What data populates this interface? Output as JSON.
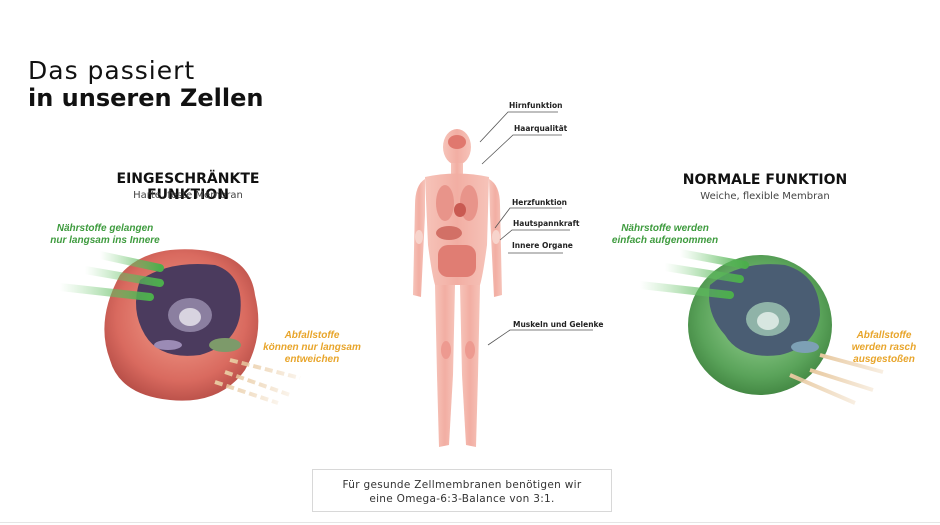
{
  "header": {
    "line1": "Das passiert",
    "line2": "in unseren Zellen"
  },
  "left": {
    "title": "EINGESCHRÄNKTE FUNKTION",
    "subtitle": "Harte, feste Membran",
    "nutrient_note_1": "Nährstoffe gelangen",
    "nutrient_note_2": "nur langsam ins Innere",
    "waste_note_1": "Abfallstoffe",
    "waste_note_2": "können nur langsam",
    "waste_note_3": "entweichen",
    "membrane_color": "#d96a5f"
  },
  "right": {
    "title": "NORMALE FUNKTION",
    "subtitle": "Weiche, flexible Membran",
    "nutrient_note_1": "Nährstoffe werden",
    "nutrient_note_2": "einfach aufgenommen",
    "waste_note_1": "Abfallstoffe",
    "waste_note_2": "werden rasch",
    "waste_note_3": "ausgestoßen",
    "membrane_color": "#5aa35a"
  },
  "body_labels": {
    "brain": "Hirnfunktion",
    "hair": "Haarqualität",
    "heart": "Herzfunktion",
    "skin": "Hautspannkraft",
    "organs": "Innere Organe",
    "muscles": "Muskeln und Gelenke"
  },
  "info": {
    "line1": "Für gesunde Zellmembranen benötigen wir",
    "line2": "eine Omega-6:3-Balance von 3:1."
  },
  "colors": {
    "green": "#3e9b3e",
    "orange": "#e8a52b",
    "body": "#f2b1a8"
  }
}
